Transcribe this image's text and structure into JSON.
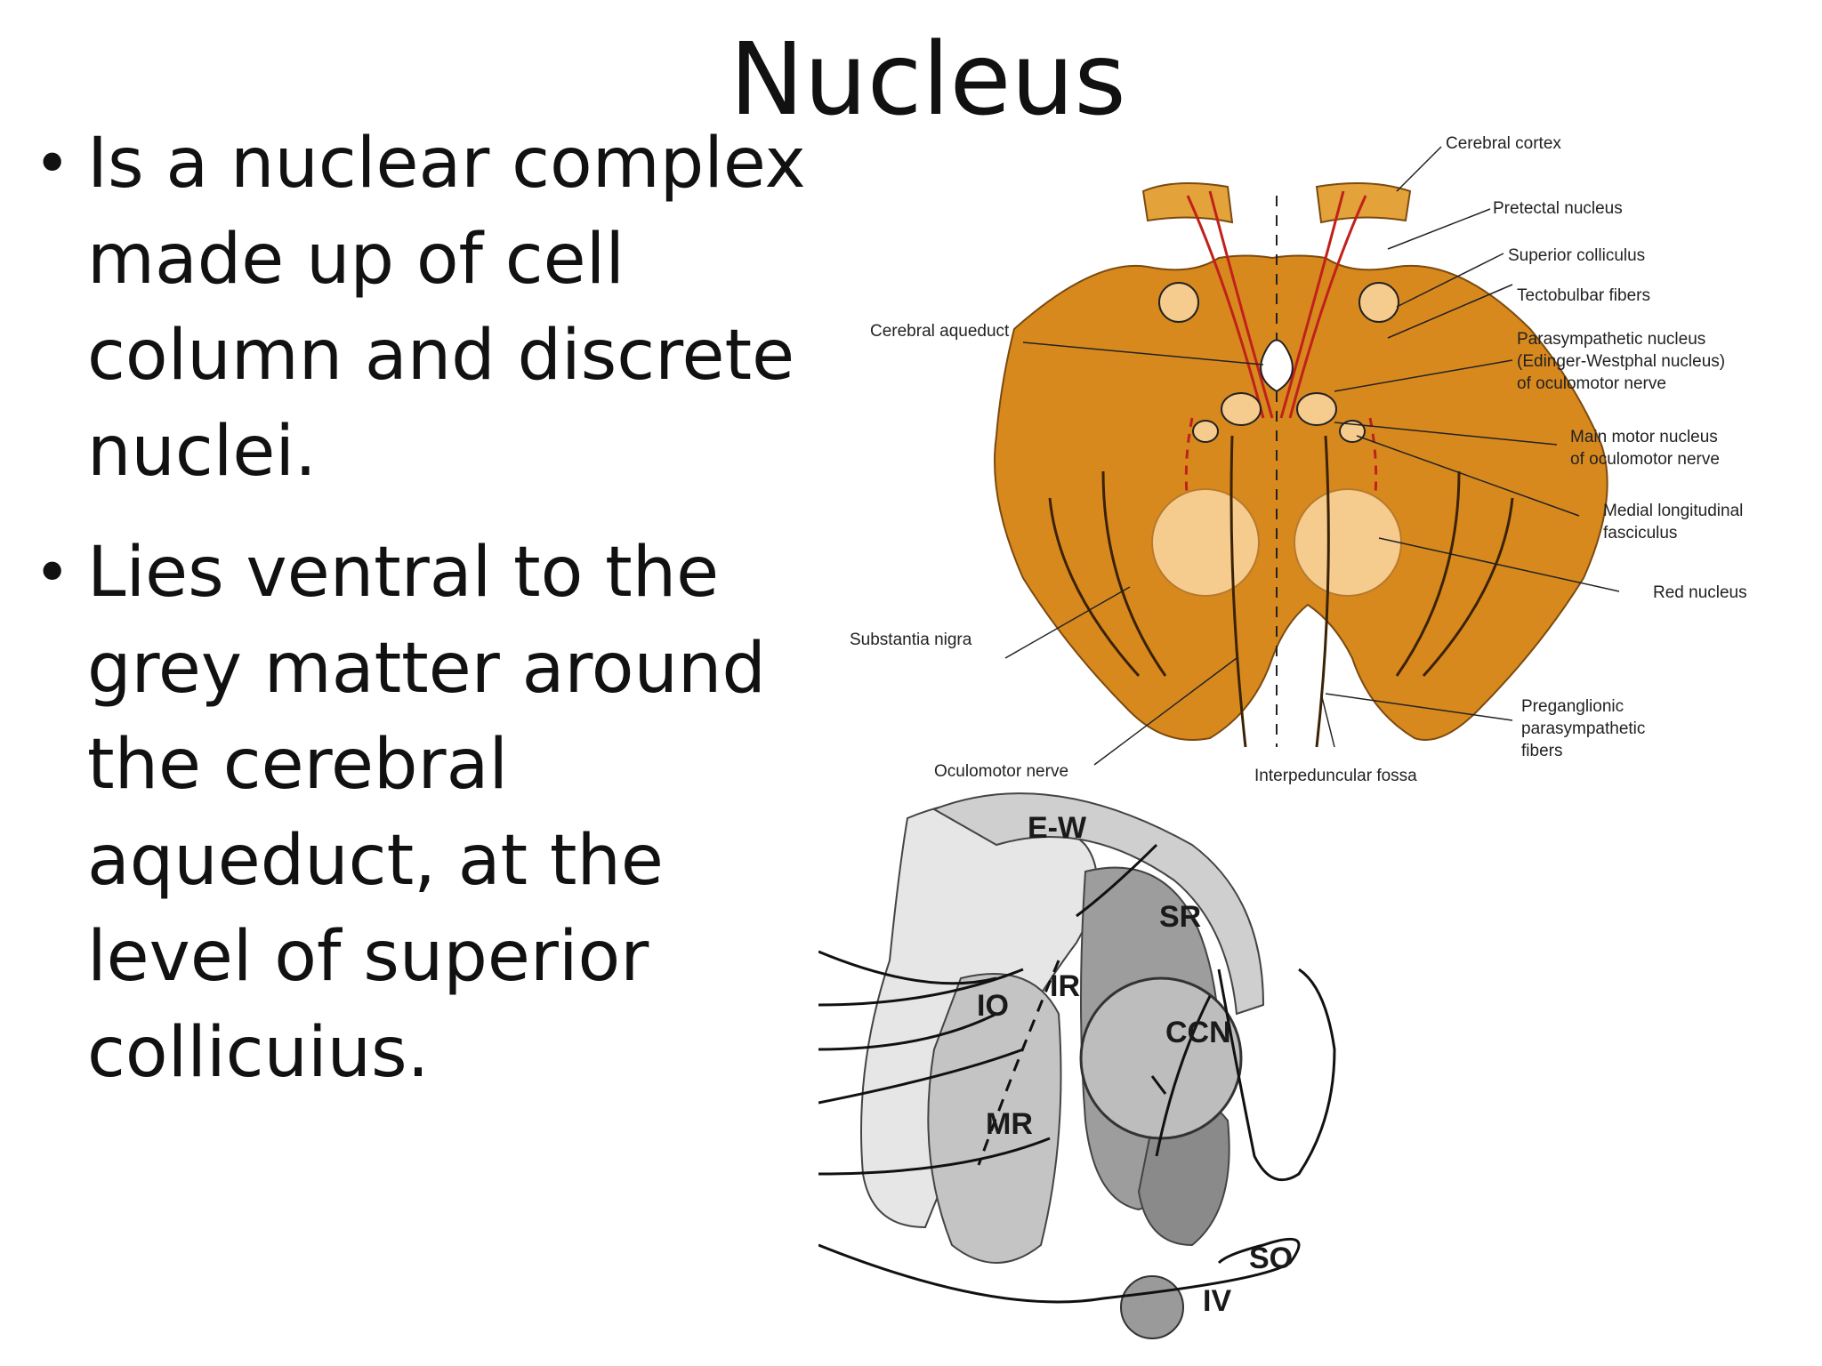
{
  "slide": {
    "title": "Nucleus",
    "bullets": [
      {
        "text": "Is a nuclear complex made up of cell column and discrete nuclei."
      },
      {
        "text": "Lies  ventral to the grey matter around the cerebral aqueduct, at the level of superior collicuius."
      }
    ]
  },
  "figure_top": {
    "labels": {
      "cerebral_cortex": "Cerebral cortex",
      "pretectal_nucleus": "Pretectal nucleus",
      "superior_colliculus": "Superior colliculus",
      "tectobulbar_fibers": "Tectobulbar fibers",
      "parasympathetic_1": "Parasympathetic nucleus",
      "parasympathetic_2": "(Edinger-Westphal nucleus)",
      "parasympathetic_3": "of oculomotor nerve",
      "main_motor_1": "Main motor nucleus",
      "main_motor_2": "of oculomotor nerve",
      "mlf_1": "Medial longitudinal",
      "mlf_2": "fasciculus",
      "red_nucleus": "Red nucleus",
      "pregang_1": "Preganglionic",
      "pregang_2": "parasympathetic",
      "pregang_3": "fibers",
      "interpeduncular_fossa": "Interpeduncular fossa",
      "oculomotor_nerve": "Oculomotor nerve",
      "substantia_nigra": "Substantia nigra",
      "cerebral_aqueduct": "Cerebral aqueduct"
    },
    "colors": {
      "midbrain": "#D8891E",
      "red_nucleus": "#F6CB8E",
      "fibers": "#C0211B"
    }
  },
  "figure_bottom": {
    "labels": {
      "ew": "E-W",
      "sr": "SR",
      "ir": "IR",
      "io": "IO",
      "ccn": "CCN",
      "mr": "MR",
      "so": "SO",
      "iv": "IV"
    }
  }
}
